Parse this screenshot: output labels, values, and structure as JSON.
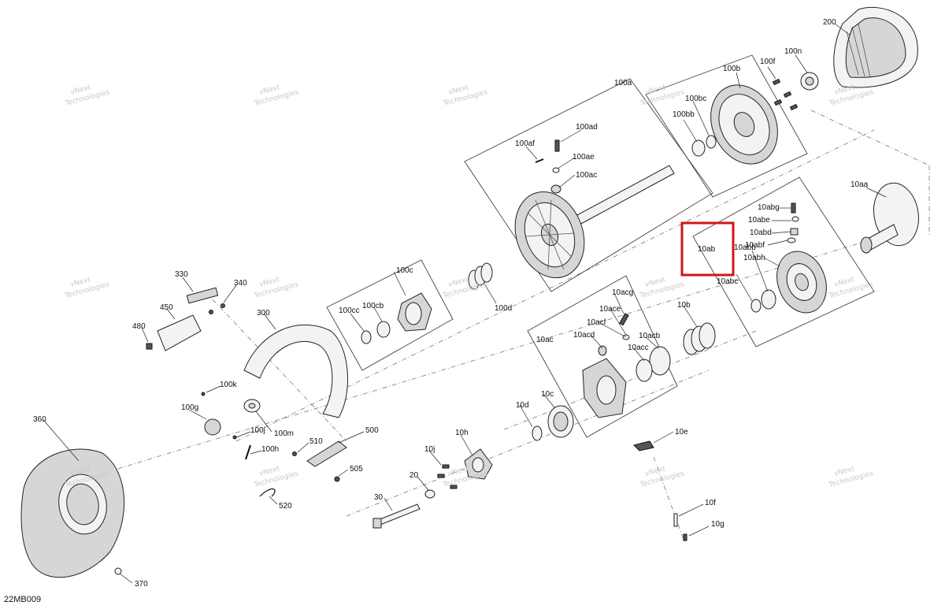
{
  "drawing_code": "22MB009",
  "highlight_label": "10ab",
  "watermark": {
    "line1": "vNext",
    "line2": "Technologies"
  },
  "labels": {
    "l200": "200",
    "l100n": "100n",
    "l100f": "100f",
    "l100b": "100b",
    "l100a": "100a",
    "l100bc": "100bc",
    "l100bb": "100bb",
    "l100ad": "100ad",
    "l100af": "100af",
    "l100ae": "100ae",
    "l100ac": "100ac",
    "l10aa": "10aa",
    "l10abg": "10abg",
    "l10abe": "10abe",
    "l10abd": "10abd",
    "l10abf": "10abf",
    "l10abh": "10abh",
    "l10abb": "10abb",
    "l10abc": "10abc",
    "l100c": "100c",
    "l100cc": "100cc",
    "l100cb": "100cb",
    "l100d": "100d",
    "l330": "330",
    "l340": "340",
    "l450": "450",
    "l480": "480",
    "l300": "300",
    "l100k": "100k",
    "l100g": "100g",
    "l100j": "100j",
    "l100m": "100m",
    "l100h": "100h",
    "l360": "360",
    "l370": "370",
    "l510": "510",
    "l500": "500",
    "l505": "505",
    "l520": "520",
    "l10acg": "10acg",
    "l10ace": "10ace",
    "l10acf": "10acf",
    "l10acd": "10acd",
    "l10acb": "10acb",
    "l10acc": "10acc",
    "l10ac": "10ac",
    "l10b": "10b",
    "l10c": "10c",
    "l10d": "10d",
    "l10h": "10h",
    "l10j": "10j",
    "l20": "20",
    "l30": "30",
    "l10e": "10e",
    "l10f": "10f",
    "l10g": "10g"
  }
}
